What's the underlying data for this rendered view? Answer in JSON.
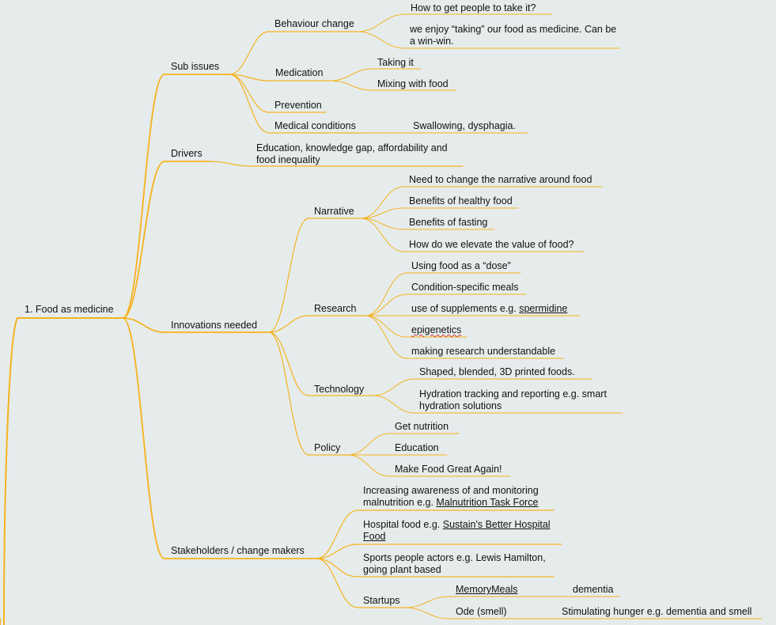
{
  "root": {
    "label": "1. Food as medicine"
  },
  "sub_issues": {
    "label": "Sub issues",
    "behaviour_change": {
      "label": "Behaviour change",
      "items": [
        "How to get people to take it?",
        "we enjoy “taking” our food as medicine. Can be a win-win."
      ]
    },
    "medication": {
      "label": "Medication",
      "items": [
        "Taking it",
        "Mixing with food"
      ]
    },
    "prevention": {
      "label": "Prevention"
    },
    "medical_conditions": {
      "label": "Medical conditions",
      "detail": "Swallowing, dysphagia."
    }
  },
  "drivers": {
    "label": "Drivers",
    "detail": "Education, knowledge gap, affordability and food inequality"
  },
  "innovations": {
    "label": "Innovations needed",
    "narrative": {
      "label": "Narrative",
      "items": [
        "Need to change the narrative around food",
        "Benefits of healthy food",
        "Benefits of fasting",
        "How do we elevate the value of food?"
      ]
    },
    "research": {
      "label": "Research",
      "items": [
        "Using food as a “dose”",
        "Condition-specific meals",
        "use of supplements e.g. ",
        "epigenetics",
        "making research understandable"
      ],
      "supplement_link": "spermidine"
    },
    "technology": {
      "label": "Technology",
      "items": [
        "Shaped, blended, 3D printed foods.",
        "Hydration tracking and reporting e.g. smart hydration solutions"
      ]
    },
    "policy": {
      "label": "Policy",
      "items": [
        "Get nutrition",
        "Education",
        "Make Food Great Again!"
      ]
    }
  },
  "stakeholders": {
    "label": "Stakeholders / change makers",
    "awareness_text": "Increasing awareness of and monitoring malnutrition e.g. ",
    "awareness_link": "Malnutrition Task Force",
    "hospital_text": "Hospital food e.g. ",
    "hospital_link": "Sustain's Better Hospital Food",
    "sports": "Sports people actors e.g. Lewis Hamilton, going plant based",
    "startups": {
      "label": "Startups",
      "memorymeals_link": "MemoryMeals",
      "memorymeals_detail": "dementia",
      "ode_label": "Ode (smell)",
      "ode_detail": "Stimulating hunger e.g. dementia and smell"
    }
  },
  "colors": {
    "branch": "#f5b21e",
    "background": "#e6ecec"
  }
}
